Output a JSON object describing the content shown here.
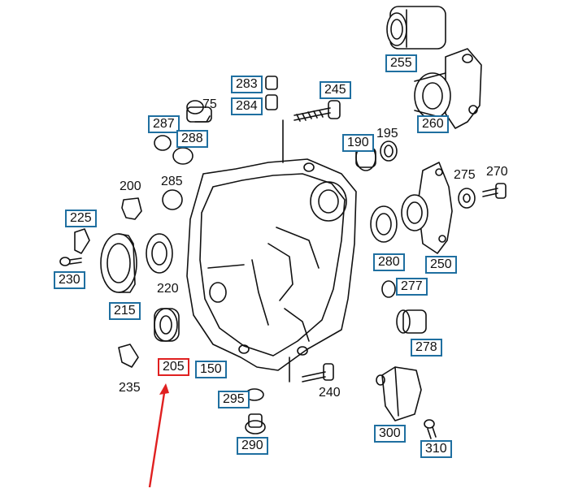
{
  "diagram": {
    "labels": [
      {
        "id": "255",
        "text": "255",
        "boxed": true
      },
      {
        "id": "283",
        "text": "283",
        "boxed": true
      },
      {
        "id": "284",
        "text": "284",
        "boxed": true
      },
      {
        "id": "245",
        "text": "245",
        "boxed": true
      },
      {
        "id": "75",
        "text": "75",
        "boxed": false
      },
      {
        "id": "260",
        "text": "260",
        "boxed": true
      },
      {
        "id": "287",
        "text": "287",
        "boxed": true
      },
      {
        "id": "288",
        "text": "288",
        "boxed": true
      },
      {
        "id": "190",
        "text": "190",
        "boxed": true
      },
      {
        "id": "195",
        "text": "195",
        "boxed": false
      },
      {
        "id": "200",
        "text": "200",
        "boxed": false
      },
      {
        "id": "285",
        "text": "285",
        "boxed": false
      },
      {
        "id": "275",
        "text": "275",
        "boxed": false
      },
      {
        "id": "270",
        "text": "270",
        "boxed": false
      },
      {
        "id": "225",
        "text": "225",
        "boxed": true
      },
      {
        "id": "280",
        "text": "280",
        "boxed": true
      },
      {
        "id": "250",
        "text": "250",
        "boxed": true
      },
      {
        "id": "230",
        "text": "230",
        "boxed": true
      },
      {
        "id": "220",
        "text": "220",
        "boxed": false
      },
      {
        "id": "277",
        "text": "277",
        "boxed": true
      },
      {
        "id": "215",
        "text": "215",
        "boxed": true
      },
      {
        "id": "278",
        "text": "278",
        "boxed": true
      },
      {
        "id": "205",
        "text": "205",
        "boxed": true,
        "highlight": true
      },
      {
        "id": "150",
        "text": "150",
        "boxed": true
      },
      {
        "id": "235",
        "text": "235",
        "boxed": false
      },
      {
        "id": "240",
        "text": "240",
        "boxed": false
      },
      {
        "id": "295",
        "text": "295",
        "boxed": true
      },
      {
        "id": "300",
        "text": "300",
        "boxed": true
      },
      {
        "id": "290",
        "text": "290",
        "boxed": true
      },
      {
        "id": "310",
        "text": "310",
        "boxed": true
      }
    ],
    "colors": {
      "box_border": "#1f6fa0",
      "highlight": "#e02020",
      "line": "#111111"
    }
  }
}
